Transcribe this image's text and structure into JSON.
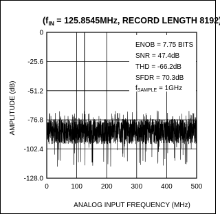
{
  "chart_data": {
    "type": "line",
    "title_prefix": "(f",
    "title_sub": "IN",
    "title_rest": " = 125.8545MHz, RECORD LENGTH 8192)",
    "xlabel": "ANALOG INPUT FREQUENCY (MHz)",
    "ylabel": "AMPLITUDE (dB)",
    "xlim": [
      0,
      500
    ],
    "ylim": [
      -128.0,
      0
    ],
    "x_ticks": [
      0,
      100,
      200,
      300,
      400,
      500
    ],
    "x_tick_labels": [
      "0",
      "100",
      "200",
      "300",
      "400",
      "500"
    ],
    "y_ticks": [
      0,
      -25.6,
      -51.2,
      -76.8,
      -102.4,
      -128.0
    ],
    "y_tick_labels": [
      "0",
      "-25.6",
      "-51.2",
      "-76.8",
      "-102.4",
      "-128.0"
    ],
    "grid": true,
    "series": [
      {
        "points": 2048,
        "noise_floor_db": -86,
        "noise_floor_range_db": [
          -98,
          -76
        ],
        "fundamental_mhz": 125.8545,
        "fundamental_db": 0
      }
    ],
    "annotations": [
      {
        "text": "ENOB = 7.75 BITS"
      },
      {
        "text": "SNR = 47.4dB"
      },
      {
        "text": "THD = -66.2dB"
      },
      {
        "text": "SFDR = 70.3dB"
      },
      {
        "text_prefix": "f",
        "text_sub": "SAMPLE",
        "text_rest": " = 1GHz"
      }
    ]
  }
}
